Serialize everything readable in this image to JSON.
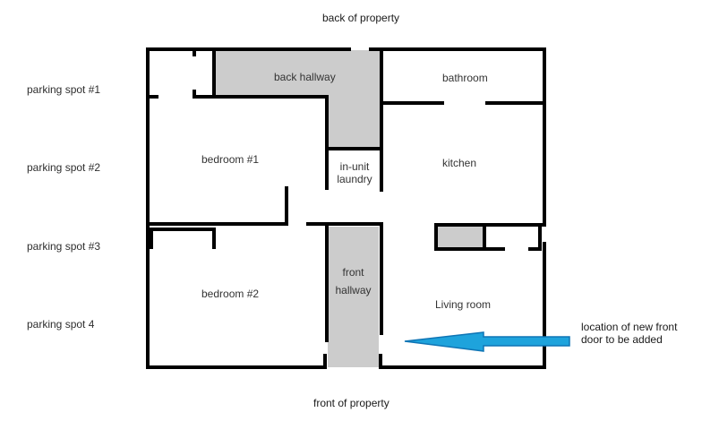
{
  "labels": {
    "back": "back of property",
    "front": "front of property",
    "parking": [
      "parking spot #1",
      "parking spot #2",
      "parking spot #3",
      "parking spot 4"
    ],
    "rooms": {
      "back_hallway": "back hallway",
      "bathroom": "bathroom",
      "bedroom1": "bedroom #1",
      "kitchen": "kitchen",
      "laundry": "in-unit\nlaundry",
      "bedroom2": "bedroom #2",
      "front_hallway": "front\nhallway",
      "living_room": "Living room"
    },
    "annotation": "location of new front\ndoor to be added"
  },
  "colors": {
    "wall": "#000000",
    "hall_fill": "#cccccc",
    "arrow": "#1ea3dc",
    "arrow_border": "#0f75b5"
  },
  "icons": {
    "annotation": "arrow-left-icon"
  }
}
